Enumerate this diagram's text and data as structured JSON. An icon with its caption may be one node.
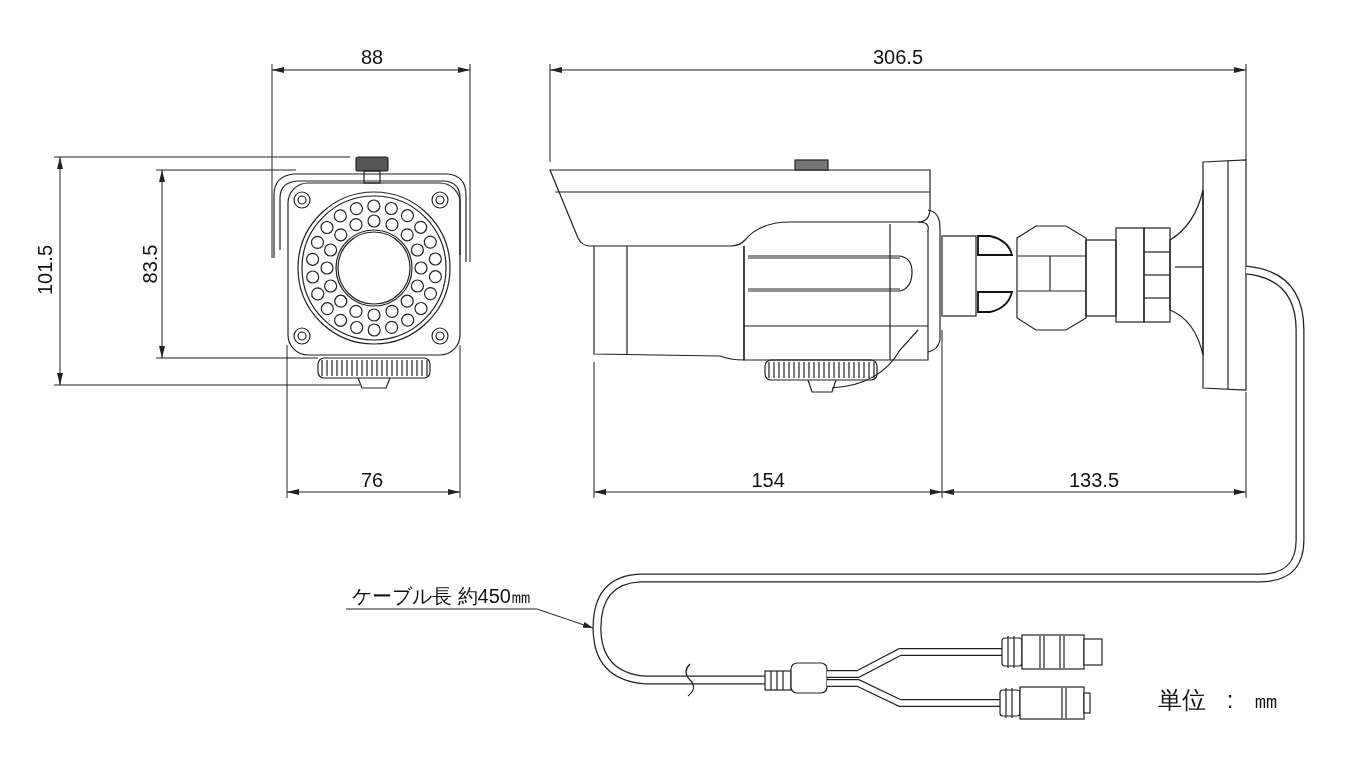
{
  "diagram": {
    "nodes": [
      {
        "text": [
          "ケーブル長 約450㎜"
        ]
      },
      {
        "text": [],
        "shape": "picture"
      }
    ],
    "edges": [
      {
        "from": 0,
        "to": 1,
        "arrow": "to"
      }
    ],
    "labels": [
      "88",
      "306.5",
      "101.5",
      "83.5",
      "76",
      "154",
      "133.5",
      "単位 : ㎜"
    ]
  }
}
